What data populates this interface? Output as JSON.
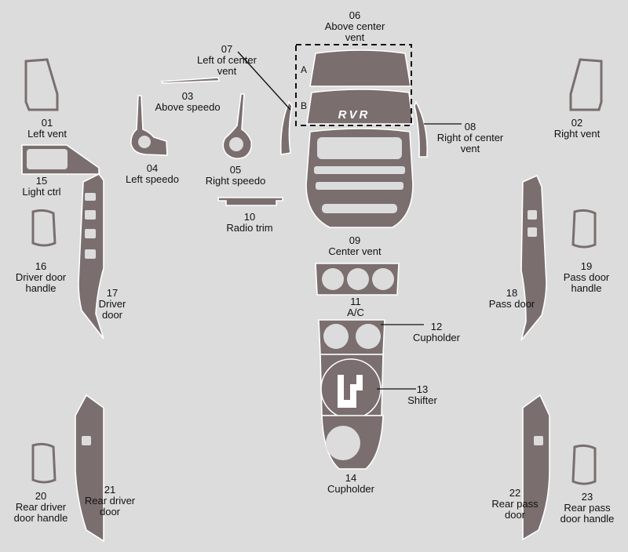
{
  "parts": [
    {
      "id": "01",
      "number": "01",
      "name": "Left vent"
    },
    {
      "id": "02",
      "number": "02",
      "name": "Right vent"
    },
    {
      "id": "03",
      "number": "03",
      "name": "Above speedo"
    },
    {
      "id": "04",
      "number": "04",
      "name": "Left speedo"
    },
    {
      "id": "05",
      "number": "05",
      "name": "Right speedo"
    },
    {
      "id": "06",
      "number": "06",
      "name": "Above center vent"
    },
    {
      "id": "07",
      "number": "07",
      "name": "Left of center vent"
    },
    {
      "id": "08",
      "number": "08",
      "name": "Right of center vent"
    },
    {
      "id": "09",
      "number": "09",
      "name": "Center vent"
    },
    {
      "id": "10",
      "number": "10",
      "name": "Radio trim"
    },
    {
      "id": "11",
      "number": "11",
      "name": "A/C"
    },
    {
      "id": "12",
      "number": "12",
      "name": "Cupholder"
    },
    {
      "id": "13",
      "number": "13",
      "name": "Shifter"
    },
    {
      "id": "14",
      "number": "14",
      "name": "Cupholder"
    },
    {
      "id": "15",
      "number": "15",
      "name": "Light ctrl"
    },
    {
      "id": "16",
      "number": "16",
      "name": "Driver door handle"
    },
    {
      "id": "17",
      "number": "17",
      "name": "Driver door"
    },
    {
      "id": "18",
      "number": "18",
      "name": "Pass door"
    },
    {
      "id": "19",
      "number": "19",
      "name": "Pass door handle"
    },
    {
      "id": "20",
      "number": "20",
      "name": "Rear driver door handle"
    },
    {
      "id": "21",
      "number": "21",
      "name": "Rear driver door"
    },
    {
      "id": "22",
      "number": "22",
      "name": "Rear pass door"
    },
    {
      "id": "23",
      "number": "23",
      "name": "Rear pass door handle"
    }
  ],
  "sublabels": {
    "a": "A",
    "b": "B"
  },
  "logo_text": "RVR"
}
